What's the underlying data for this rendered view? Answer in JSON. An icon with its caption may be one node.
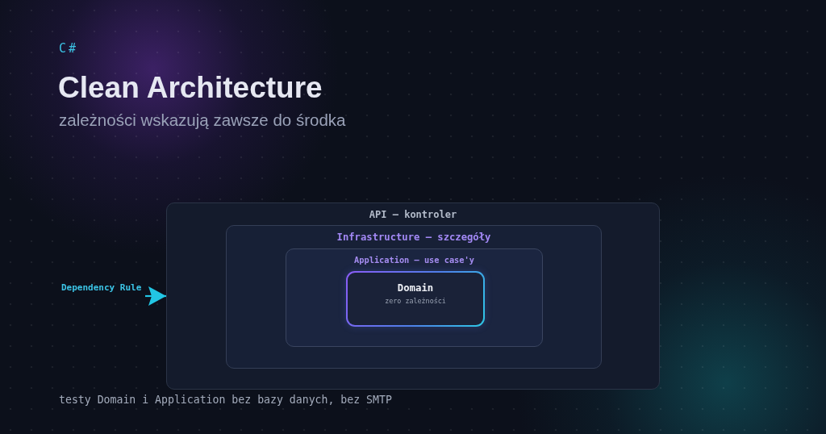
{
  "diagram": {
    "title": "Clean Architecture",
    "nodes": [
      {
        "text": [
          "API — kontroler"
        ]
      },
      {
        "text": [
          "Infrastructure — szczegóły"
        ],
        "in": 0
      },
      {
        "text": [
          "Application — use case'y"
        ],
        "in": 1
      },
      {
        "text": [
          "Domain",
          "zero zależności"
        ],
        "in": 2
      },
      {
        "text": [
          "Dependency Rule"
        ]
      }
    ],
    "edges": [
      {
        "from": 4,
        "to": 0,
        "arrow": "to"
      }
    ],
    "labels": [
      "C#",
      "zależności wskazują zawsze do środka",
      "testy Domain i Application bez bazy danych, bez SMTP"
    ]
  }
}
